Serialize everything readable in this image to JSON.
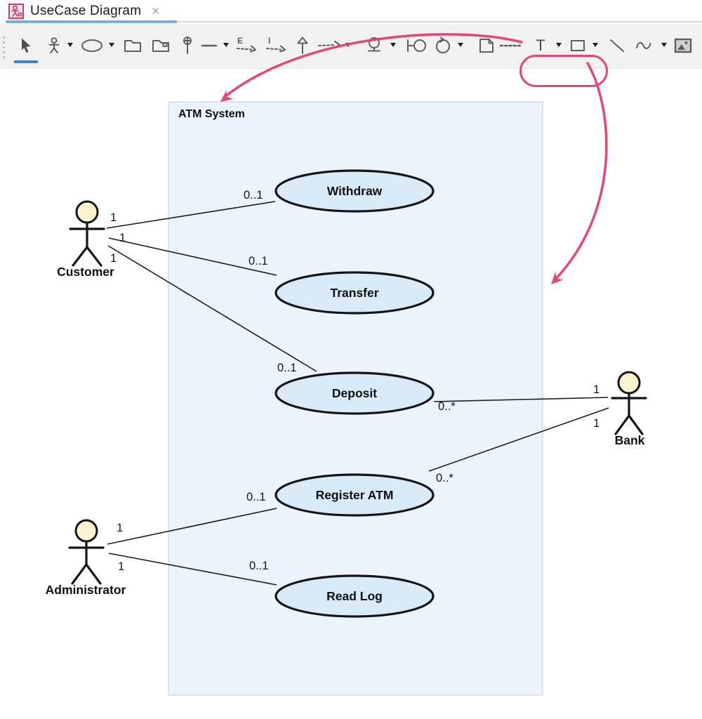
{
  "tab": {
    "title": "UseCase Diagram",
    "close_glyph": "×",
    "icon": "usecase-diagram-icon"
  },
  "toolbar": {
    "active_tool": "select",
    "glyphs": {
      "text_tool": "T",
      "extend": "E",
      "include": "I"
    },
    "tools": [
      "select",
      "actor",
      "usecase",
      "package",
      "subsystem",
      "interface-lollipop",
      "association",
      "extend",
      "include",
      "generalization",
      "dependency",
      "boundary",
      "ball-socket-connector",
      "control",
      "note",
      "note-link",
      "text",
      "rectangle",
      "line",
      "freehand",
      "image"
    ]
  },
  "annotation": {
    "color": "#e2467d",
    "highlighted_tools": [
      "text",
      "rectangle"
    ]
  },
  "diagram": {
    "frame": {
      "title": "ATM System"
    },
    "actors": [
      {
        "name": "Customer"
      },
      {
        "name": "Bank"
      },
      {
        "name": "Administrator"
      }
    ],
    "use_cases": [
      {
        "label": "Withdraw"
      },
      {
        "label": "Transfer"
      },
      {
        "label": "Deposit"
      },
      {
        "label": "Register ATM"
      },
      {
        "label": "Read Log"
      }
    ],
    "associations": [
      {
        "from": "Customer",
        "to": "Withdraw",
        "from_mult": "1",
        "to_mult": "0..1"
      },
      {
        "from": "Customer",
        "to": "Transfer",
        "from_mult": "1",
        "to_mult": "0..1"
      },
      {
        "from": "Customer",
        "to": "Deposit",
        "from_mult": "1",
        "to_mult": "0..1"
      },
      {
        "from": "Deposit",
        "to": "Bank",
        "from_mult": "0..*",
        "to_mult": "1"
      },
      {
        "from": "Register ATM",
        "to": "Bank",
        "from_mult": "0..*",
        "to_mult": "1"
      },
      {
        "from": "Administrator",
        "to": "Register ATM",
        "from_mult": "1",
        "to_mult": "0..1"
      },
      {
        "from": "Administrator",
        "to": "Read Log",
        "from_mult": "1",
        "to_mult": "0..1"
      }
    ]
  }
}
